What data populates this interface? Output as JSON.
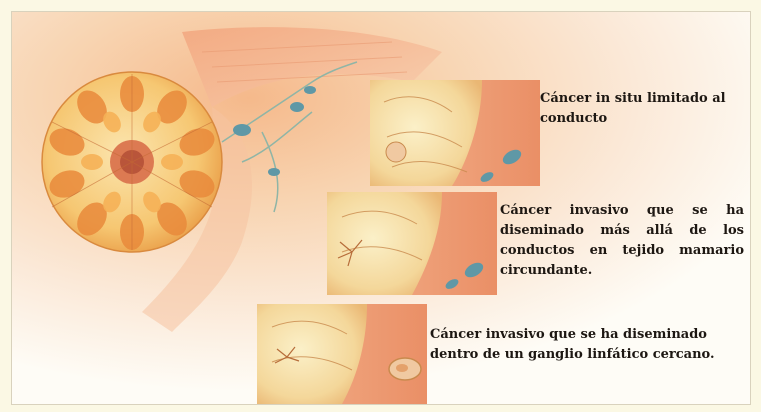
{
  "captions": {
    "in_situ": "Cáncer in situ limitado al conducto",
    "invasive_tissue": "Cáncer invasivo que se ha diseminado más allá de los conductos en tejido mamario circundante.",
    "invasive_lymph": "Cáncer invasivo que se ha diseminado dentro de un ganglio linfático cercano."
  },
  "colors": {
    "page_background": "#fbf8e4",
    "panel_background": "#fefcf6",
    "tissue_light": "#f7c79b",
    "tissue_dark": "#e98a3b",
    "lobule_fill": "#f3a04a",
    "lymph_node": "#5f98a6",
    "text": "#1d1712"
  }
}
